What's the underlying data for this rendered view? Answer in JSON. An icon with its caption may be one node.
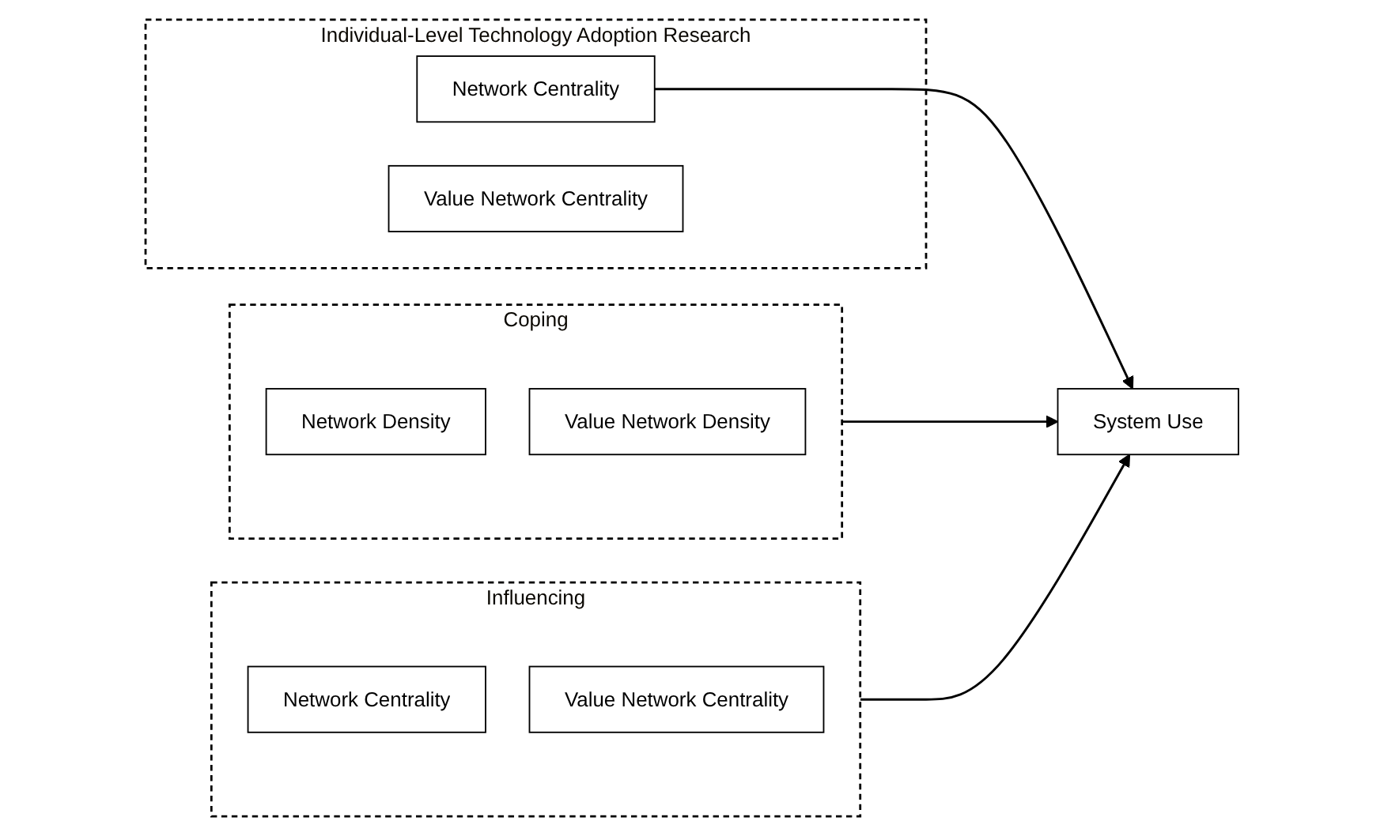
{
  "diagram": {
    "nodes": [
      {
        "text": [
          "Individual-Level Technology Adoption Research"
        ]
      },
      {
        "text": [
          "Network Centrality"
        ],
        "in": 0
      },
      {
        "text": [
          "Value Network Centrality"
        ],
        "in": 0
      },
      {
        "text": [
          "Coping"
        ]
      },
      {
        "text": [
          "Network Density"
        ],
        "in": 3
      },
      {
        "text": [
          "Value Network Density"
        ],
        "in": 3
      },
      {
        "text": [
          "Influencing"
        ]
      },
      {
        "text": [
          "Network Centrality"
        ],
        "in": 6
      },
      {
        "text": [
          "Value Network Centrality"
        ],
        "in": 6
      },
      {
        "text": [
          "System Use"
        ]
      }
    ],
    "edges": [
      {
        "from": 3,
        "to": 9,
        "arrow": "to"
      },
      {
        "from": 1,
        "to": 9,
        "arrow": "to"
      },
      {
        "from": 6,
        "to": 9,
        "arrow": "to"
      }
    ]
  }
}
